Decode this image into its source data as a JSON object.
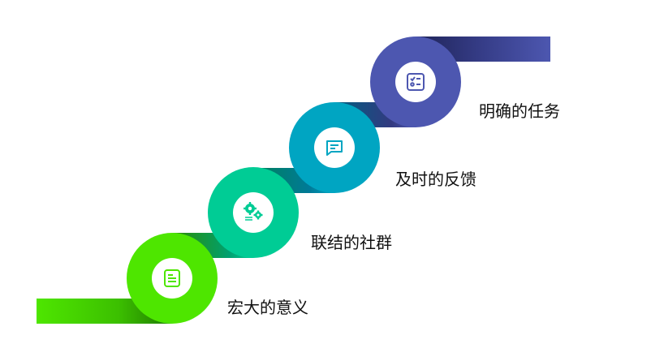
{
  "steps": [
    {
      "label": "宏大的意义",
      "icon": "document-list-icon",
      "color": "#4ee600"
    },
    {
      "label": "联结的社群",
      "icon": "gears-icon",
      "color": "#00cc95"
    },
    {
      "label": "及时的反馈",
      "icon": "chat-message-icon",
      "color": "#00a5c2"
    },
    {
      "label": "明确的任务",
      "icon": "checklist-icon",
      "color": "#4d57b0"
    }
  ]
}
